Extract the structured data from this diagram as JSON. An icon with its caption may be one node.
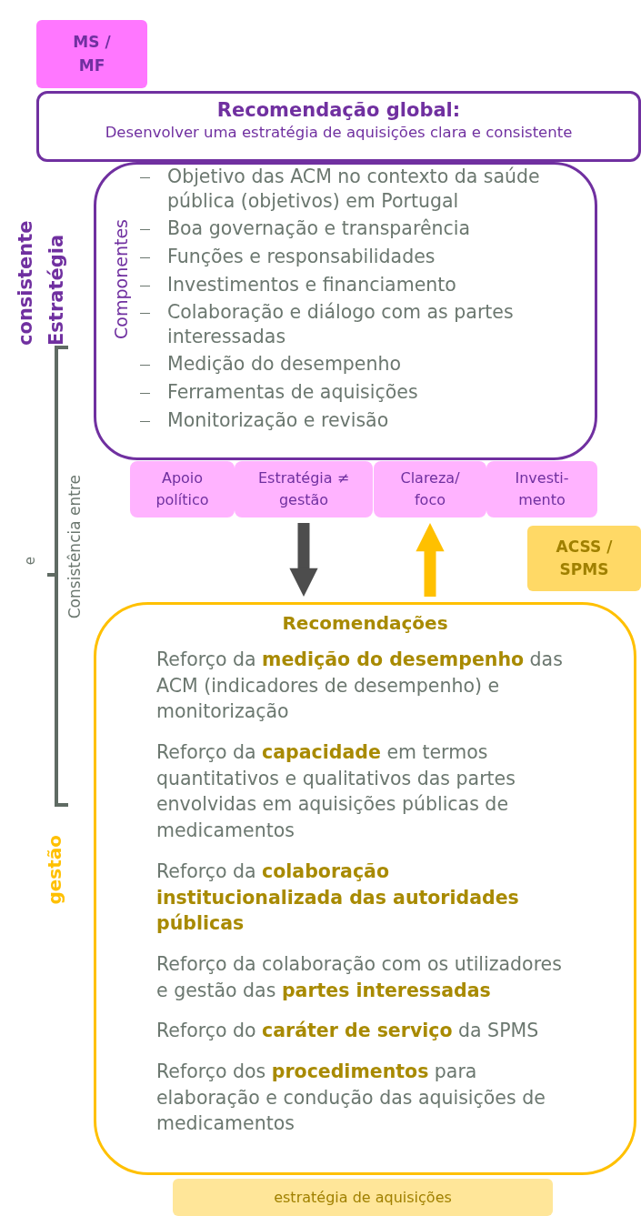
{
  "diagram": {
    "nodes": [
      {
        "text": [
          "MS / MF"
        ]
      },
      {
        "text": [
          "Recomendação global:",
          "Desenvolver uma estratégia de aquisições clara e consistente"
        ]
      },
      {
        "text": [
          "Componentes",
          "Objetivo das ACM no contexto da saúde pública (objetivos) em Portugal",
          "Boa governação e transparência",
          "Funções e responsabilidades",
          "Investimentos e financiamento",
          "Colaboração e diálogo com as partes interessadas",
          "Medição do desempenho",
          "Ferramentas de aquisições",
          "Monitorização e revisão"
        ]
      },
      {
        "text": [
          "Apoio político"
        ]
      },
      {
        "text": [
          "Estratégia ≠ gestão"
        ]
      },
      {
        "text": [
          "Clareza/ foco"
        ]
      },
      {
        "text": [
          "Investi- mento"
        ]
      },
      {
        "text": [
          "ACSS / SPMS"
        ]
      },
      {
        "text": [
          "Recomendações",
          "Reforço da **medição do desempenho** das ACM (indicadores de desempenho) e monitorização",
          "Reforço da **capacidade** em termos quantitativos e qualitativos das partes envolvidas em aquisições públicas de medicamentos",
          "Reforço da **colaboração institucionalizada das autoridades públicas**",
          "Reforço da colaboração com os utilizadores e gestão das **partes interessadas**",
          "Reforço do **caráter de serviço** da SPMS",
          "Reforço dos **procedimentos** para elaboração e condução das aquisições de medicamentos"
        ]
      },
      {
        "text": [
          "estratégia de aquisições"
        ]
      }
    ],
    "edges": [
      {
        "from": 4,
        "to": 8,
        "arrow": "to",
        "color": "#4d4d4d"
      },
      {
        "from": 8,
        "to": 5,
        "arrow": "to",
        "color": "#ffc000"
      }
    ],
    "labels": [
      "Estratégia consistente",
      "Consistência entre",
      "e",
      "gestão"
    ]
  }
}
